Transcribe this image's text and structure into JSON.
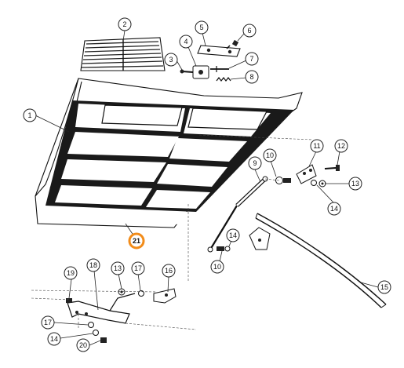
{
  "diagram": {
    "callouts": [
      {
        "id": "c1",
        "label": "1"
      },
      {
        "id": "c2",
        "label": "2"
      },
      {
        "id": "c3",
        "label": "3"
      },
      {
        "id": "c4",
        "label": "4"
      },
      {
        "id": "c5",
        "label": "5"
      },
      {
        "id": "c6",
        "label": "6"
      },
      {
        "id": "c7",
        "label": "7"
      },
      {
        "id": "c8",
        "label": "8"
      },
      {
        "id": "c9",
        "label": "9"
      },
      {
        "id": "c10a",
        "label": "10"
      },
      {
        "id": "c10b",
        "label": "10"
      },
      {
        "id": "c11",
        "label": "11"
      },
      {
        "id": "c12",
        "label": "12"
      },
      {
        "id": "c13a",
        "label": "13"
      },
      {
        "id": "c13b",
        "label": "13"
      },
      {
        "id": "c14a",
        "label": "14"
      },
      {
        "id": "c14b",
        "label": "14"
      },
      {
        "id": "c14c",
        "label": "14"
      },
      {
        "id": "c15",
        "label": "15"
      },
      {
        "id": "c16",
        "label": "16"
      },
      {
        "id": "c17a",
        "label": "17"
      },
      {
        "id": "c17b",
        "label": "17"
      },
      {
        "id": "c18",
        "label": "18"
      },
      {
        "id": "c19",
        "label": "19"
      },
      {
        "id": "c20",
        "label": "20"
      },
      {
        "id": "c21",
        "label": "21"
      }
    ],
    "highlight_color": "#f28c1a"
  }
}
